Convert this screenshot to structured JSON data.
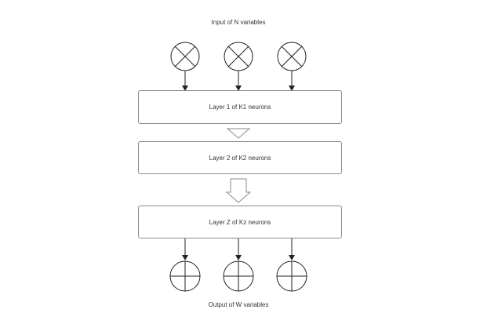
{
  "diagram": {
    "input_label": "Input of N variables",
    "output_label": "Output of W variables",
    "layers": [
      {
        "label": "Layer 1 of K1 neurons"
      },
      {
        "label": "Layer 2 of K2 neurons"
      },
      {
        "label": "Layer Z of Kz neurons"
      }
    ],
    "input_nodes": [
      {
        "icon": "circle-x-icon"
      },
      {
        "icon": "circle-x-icon"
      },
      {
        "icon": "circle-x-icon"
      }
    ],
    "output_nodes": [
      {
        "icon": "circle-plus-icon"
      },
      {
        "icon": "circle-plus-icon"
      },
      {
        "icon": "circle-plus-icon"
      }
    ],
    "colors": {
      "stroke": "#222222",
      "box_border": "#8a8a8a",
      "text": "#333333"
    }
  }
}
